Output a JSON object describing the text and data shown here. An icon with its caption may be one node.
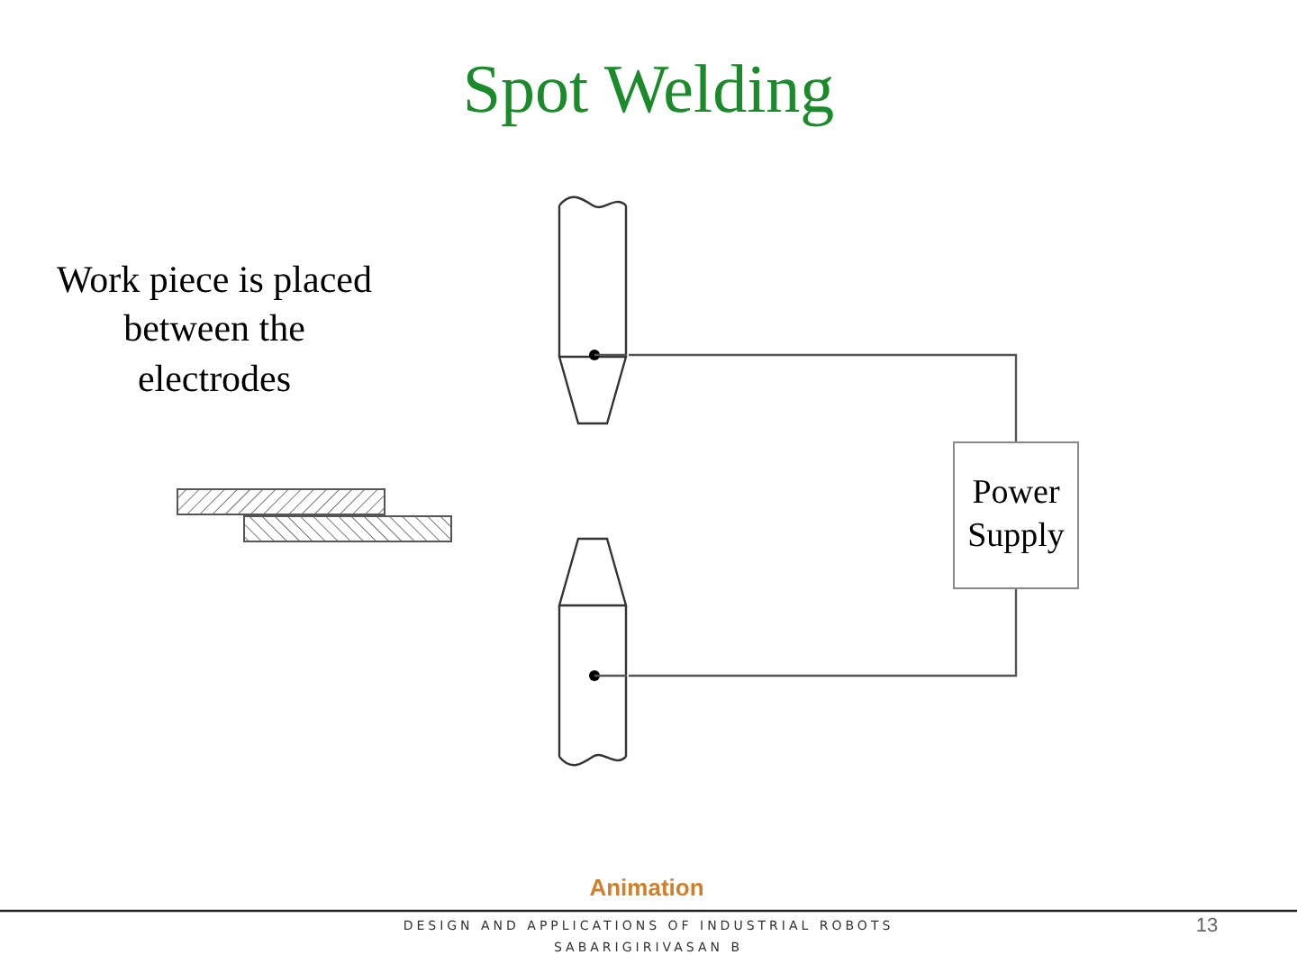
{
  "diagram": {
    "title": "Spot Welding",
    "nodes": [
      {
        "text": [],
        "shape": "cylinder"
      },
      {
        "text": [],
        "shape": "cylinder"
      },
      {
        "text": [
          "Power Supply"
        ]
      }
    ],
    "edges": [
      {
        "from": 0,
        "to": 2,
        "arrow": "none"
      },
      {
        "from": 1,
        "to": 2,
        "arrow": "none"
      }
    ],
    "labels": [
      "Work piece is placed between the electrodes",
      "Animation",
      "DESIGN AND APPLICATIONS OF INDUSTRIAL ROBOTS",
      "SABARIGIRIVASAN B",
      "13"
    ]
  }
}
